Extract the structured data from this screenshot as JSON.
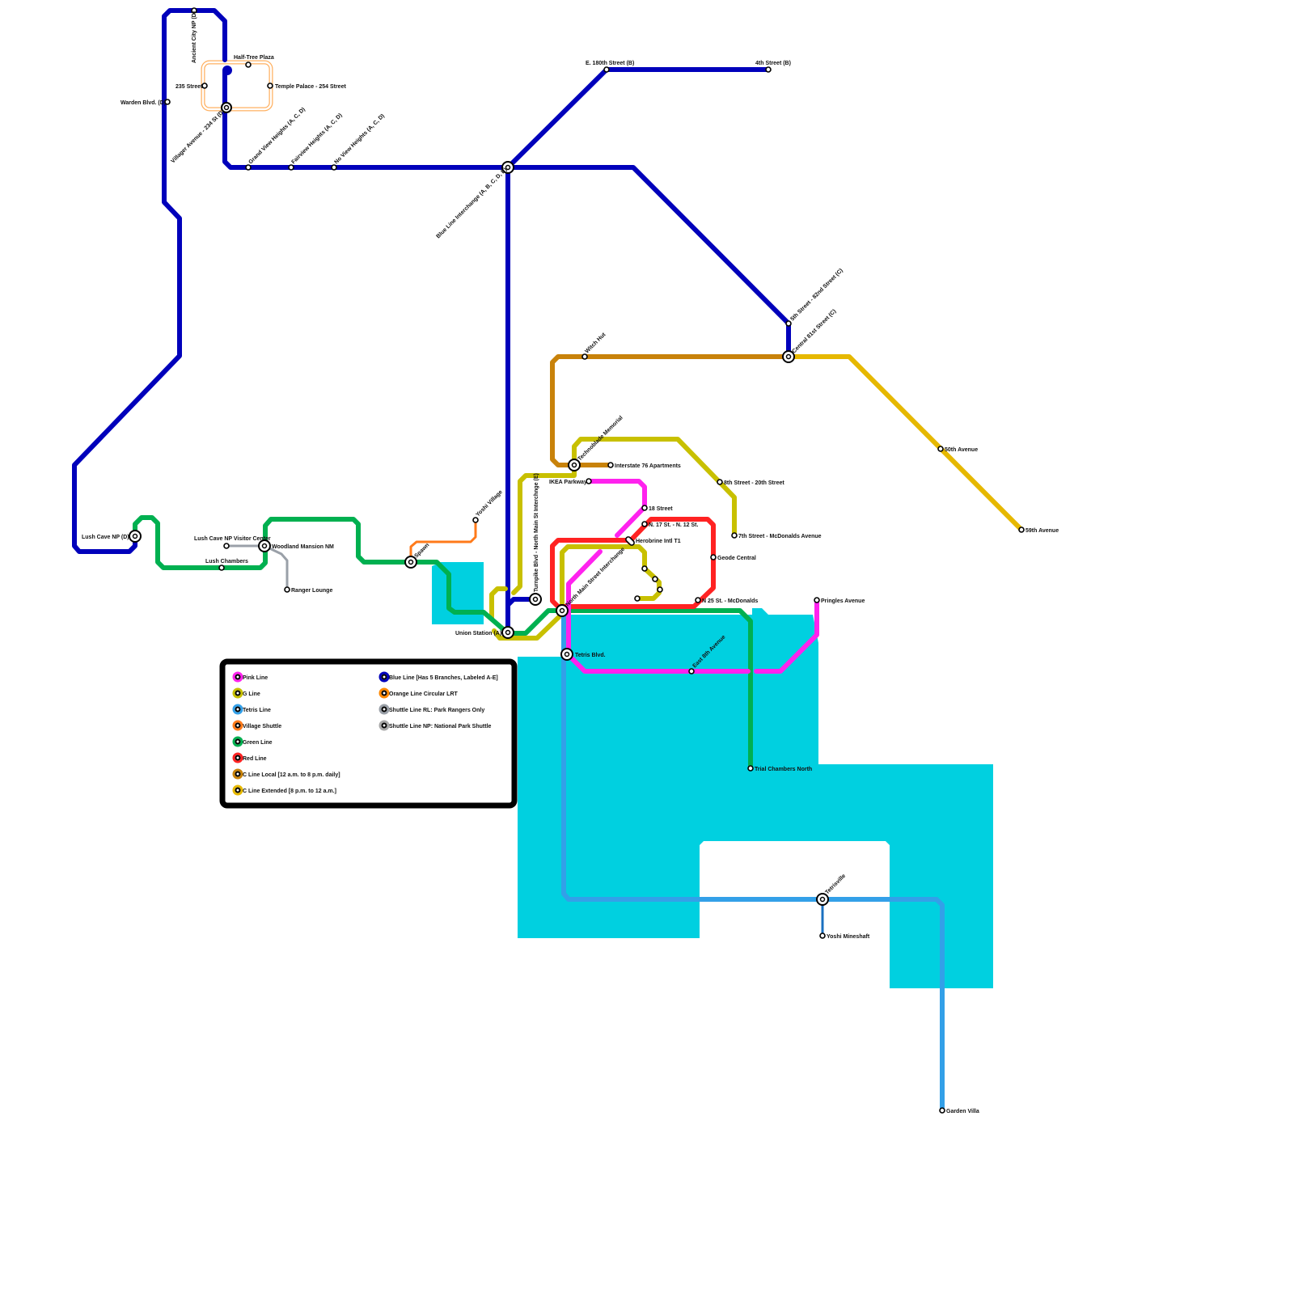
{
  "colors": {
    "blue": "#0000bb",
    "green": "#00b050",
    "orange": "#ff8800",
    "village": "#ff7a1a",
    "g": "#c8c000",
    "clocal": "#c8820a",
    "cext": "#e6b800",
    "pink": "#ff22ee",
    "red": "#ff2222",
    "tetris": "#33a0e8",
    "water": "#00d0e0",
    "gray": "#9aa0a8"
  },
  "stations": {
    "ancient_city": "Ancient City NP (D)",
    "half_tree": "Half-Tree Plaza",
    "street235": "235 Street",
    "temple_palace": "Temple Palace - 254 Street",
    "warden": "Warden Blvd. (D)",
    "villager_ave": "Villager Avenue - 234 St (D)",
    "grand_view": "Grand View Heights (A, C, D)",
    "fairview": "Fairview Heights (A, C, D)",
    "no_view": "No View Heights (A, C, D)",
    "e180": "E. 180th Street (B)",
    "fourth": "4th Street (B)",
    "blue_interchange": "Blue Line Interchange (A, B, C, D, E)",
    "fifth_82": "5th Street - 82nd Street (C)",
    "central_81": "Central 81st Street (C)",
    "witch_hut": "Witch Hut",
    "fiftieth": "50th Avenue",
    "fiftyninth": "59th Avenue",
    "technoblade": "Technoblade Memorial",
    "interstate76": "Interstate 76 Apartments",
    "ikea": "IKEA Parkway",
    "eighth_20": "8th Street - 20th Street",
    "seventh_mcd": "7th Street - McDonalds Avenue",
    "street18": "18 Street",
    "n17": "N. 17 St. - N. 12 St.",
    "herobrine": "Herobrine Intl T1",
    "geode": "Geode Central",
    "n25": "N 25 St. - McDonalds",
    "pringles": "Pringles Avenue",
    "lush_cave": "Lush Cave NP (D)",
    "lush_visitor": "Lush Cave NP Visitor Center",
    "woodland": "Woodland Mansion NM",
    "lush_chambers": "Lush Chambers",
    "ranger_lounge": "Ranger Lounge",
    "spawn": "Spawn",
    "yoshi_village": "Yoshi Village",
    "turnpike": "Turnpike Blvd - North Main St Interchnge (E)",
    "north_main": "North Main Street Interchange",
    "union": "Union Station (A)",
    "tetris_blvd": "Tetris Blvd.",
    "east8": "East 8th Avenue",
    "trial": "Trial Chambers North",
    "tetrisville": "Tetrisville",
    "yoshi_mine": "Yoshi Mineshaft",
    "garden": "Garden Villa"
  },
  "legend": {
    "left": [
      "Pink Line",
      "G Line",
      "Tetris Line",
      "Village Shuttle",
      "Green Line",
      "Red Line",
      "C Line Local [12 a.m. to 8 p.m. daily]",
      "C Line Extended [8 p.m. to 12 a.m.]"
    ],
    "right": [
      "Blue Line [Has 5 Branches, Labeled A-E]",
      "Orange Line Circular LRT",
      "Shuttle Line RL: Park Rangers Only",
      "Shuttle Line NP: National Park Shuttle"
    ]
  }
}
